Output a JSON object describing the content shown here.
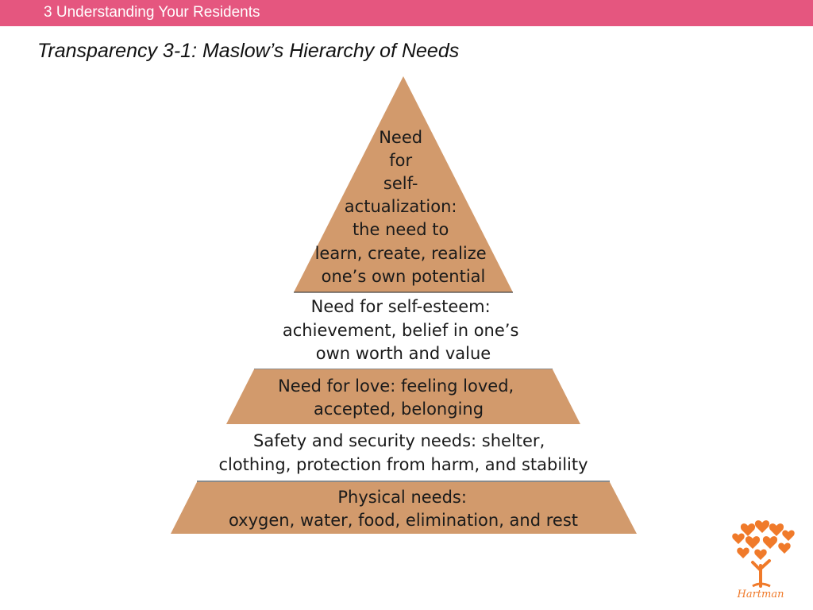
{
  "header": {
    "section": "3 Understanding Your Residents",
    "color": "#e5567f"
  },
  "slide": {
    "title": "Transparency 3-1: Maslow’s Hierarchy of Needs"
  },
  "pyramid": {
    "fill_color": "#d29a6c",
    "tiers": [
      {
        "name": "self-actualization",
        "shaded": true,
        "lines": [
          "Need",
          "for",
          "self-",
          "actualization:",
          "the need to",
          "learn, create, realize",
          "one’s own potential"
        ]
      },
      {
        "name": "self-esteem",
        "shaded": false,
        "lines": [
          "Need for self-esteem:",
          "achievement, belief in one’s",
          "own worth and value"
        ]
      },
      {
        "name": "love",
        "shaded": true,
        "lines": [
          "Need for love: feeling loved,",
          "accepted, belonging"
        ]
      },
      {
        "name": "safety",
        "shaded": false,
        "lines": [
          "Safety and security needs: shelter,",
          "clothing, protection from harm, and stability"
        ]
      },
      {
        "name": "physical",
        "shaded": true,
        "lines": [
          "Physical needs:",
          "oxygen, water, food, elimination, and rest"
        ]
      }
    ]
  },
  "logo": {
    "text": "Hartman",
    "color": "#f07a2a"
  }
}
